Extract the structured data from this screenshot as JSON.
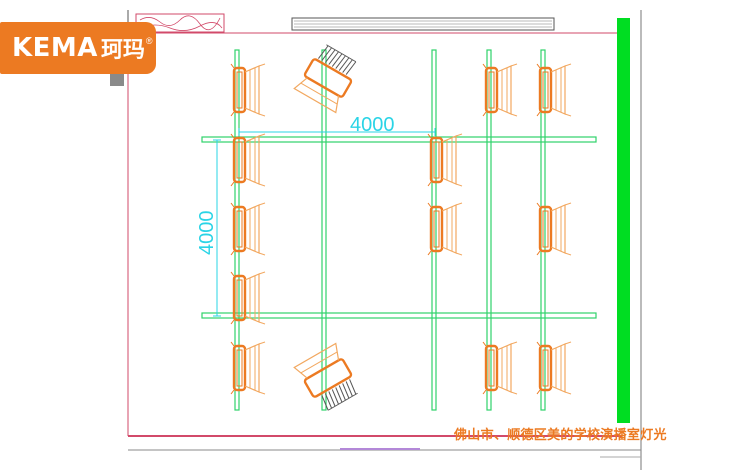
{
  "logo": {
    "brand": "KEMA",
    "cn": "珂玛",
    "mark": "®"
  },
  "dimensions": {
    "width_label": "4000",
    "height_label": "4000"
  },
  "caption": "佛山市、顺德区美的学校演播室灯光",
  "colors": {
    "truss": "#2fd36a",
    "fixture": "#ec7a22",
    "fixture_outline": "#f2a860",
    "wall": "#d24a6a",
    "green_wall": "#00dd22",
    "dimension": "#2ad4e6"
  },
  "fixtures": [
    {
      "kind": "left",
      "col": "A",
      "row": 1
    },
    {
      "kind": "left",
      "col": "A",
      "row": 2
    },
    {
      "kind": "left",
      "col": "A",
      "row": 3
    },
    {
      "kind": "left",
      "col": "A",
      "row": 4
    },
    {
      "kind": "left",
      "col": "A",
      "row": 5
    },
    {
      "kind": "angled-top",
      "col": "B",
      "row": 1
    },
    {
      "kind": "angled-bottom",
      "col": "B",
      "row": 5
    },
    {
      "kind": "left",
      "col": "C",
      "row": 2
    },
    {
      "kind": "left",
      "col": "C",
      "row": 3
    },
    {
      "kind": "left",
      "col": "D",
      "row": 1
    },
    {
      "kind": "left",
      "col": "D",
      "row": 5
    },
    {
      "kind": "right",
      "col": "E",
      "row": 1
    },
    {
      "kind": "right",
      "col": "E",
      "row": 3
    },
    {
      "kind": "right",
      "col": "E",
      "row": 5
    }
  ]
}
